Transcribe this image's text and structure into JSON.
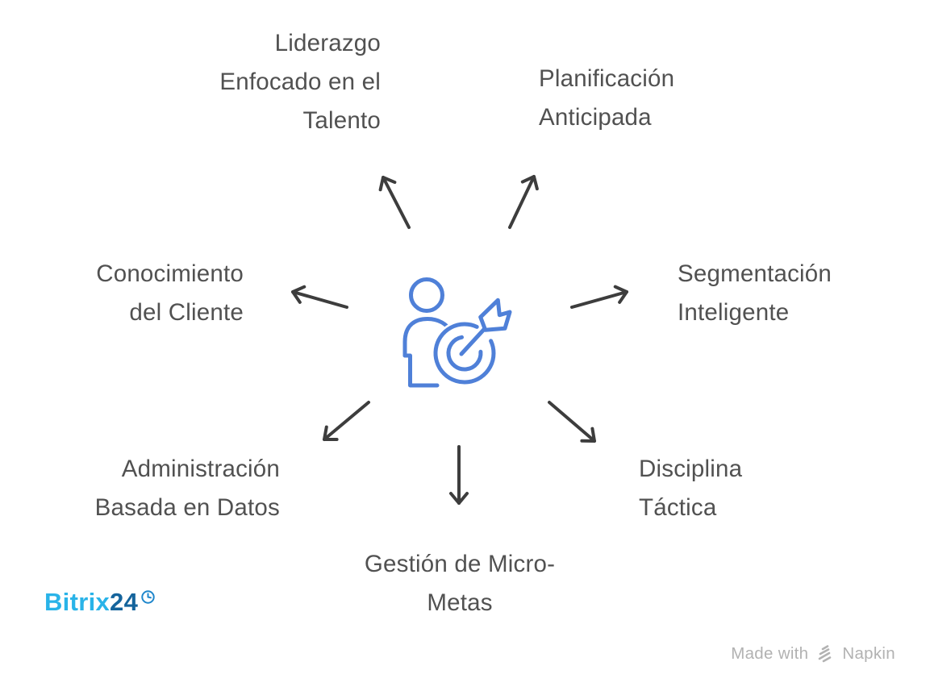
{
  "diagram": {
    "title": "",
    "center_icon": "person-aiming-target",
    "nodes": [
      {
        "id": "liderazgo-enfocado-en-el-talento",
        "lines": [
          "Liderazgo",
          "Enfocado en el",
          "Talento"
        ]
      },
      {
        "id": "planificacion-anticipada",
        "lines": [
          "Planificación",
          "Anticipada"
        ]
      },
      {
        "id": "conocimiento-del-cliente",
        "lines": [
          "Conocimiento",
          "del Cliente"
        ]
      },
      {
        "id": "segmentacion-inteligente",
        "lines": [
          "Segmentación",
          "Inteligente"
        ]
      },
      {
        "id": "administracion-basada-en-datos",
        "lines": [
          "Administración",
          "Basada en Datos"
        ]
      },
      {
        "id": "disciplina-tactica",
        "lines": [
          "Disciplina",
          "Táctica"
        ]
      },
      {
        "id": "gestion-de-micro-metas",
        "lines": [
          "Gestión de Micro-",
          "Metas"
        ]
      }
    ]
  },
  "branding": {
    "bitrix": {
      "name_part1": "Bitrix",
      "name_part2": "24"
    },
    "napkin": {
      "prefix": "Made with",
      "brand": "Napkin"
    }
  },
  "colors": {
    "label_text": "#515151",
    "arrow": "#3d3d3d",
    "icon_blue": "#4f80d8",
    "bitrix_light_blue": "#29b3e8",
    "bitrix_dark_blue": "#15649c",
    "bitrix_clock_blue": "#1f87cc",
    "napkin_gray": "#b2b2b2",
    "background": "#ffffff"
  }
}
